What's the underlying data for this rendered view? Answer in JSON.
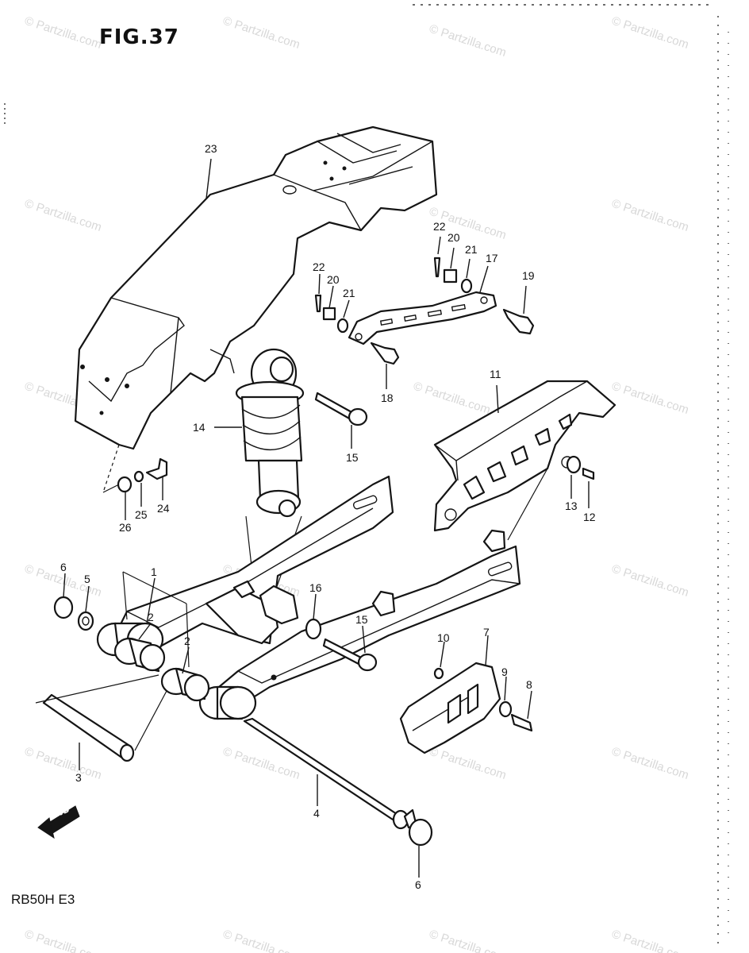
{
  "figure_title": "FIG.37",
  "model_code": "RB50H E3",
  "fwd_label": "FWD",
  "watermark": "© Partzilla.com",
  "callouts": [
    "23",
    "22",
    "20",
    "21",
    "17",
    "19",
    "22",
    "20",
    "21",
    "18",
    "11",
    "15",
    "14",
    "13",
    "12",
    "24",
    "25",
    "26",
    "6",
    "5",
    "1",
    "2",
    "2",
    "16",
    "15",
    "10",
    "7",
    "9",
    "8",
    "3",
    "4",
    "6"
  ]
}
